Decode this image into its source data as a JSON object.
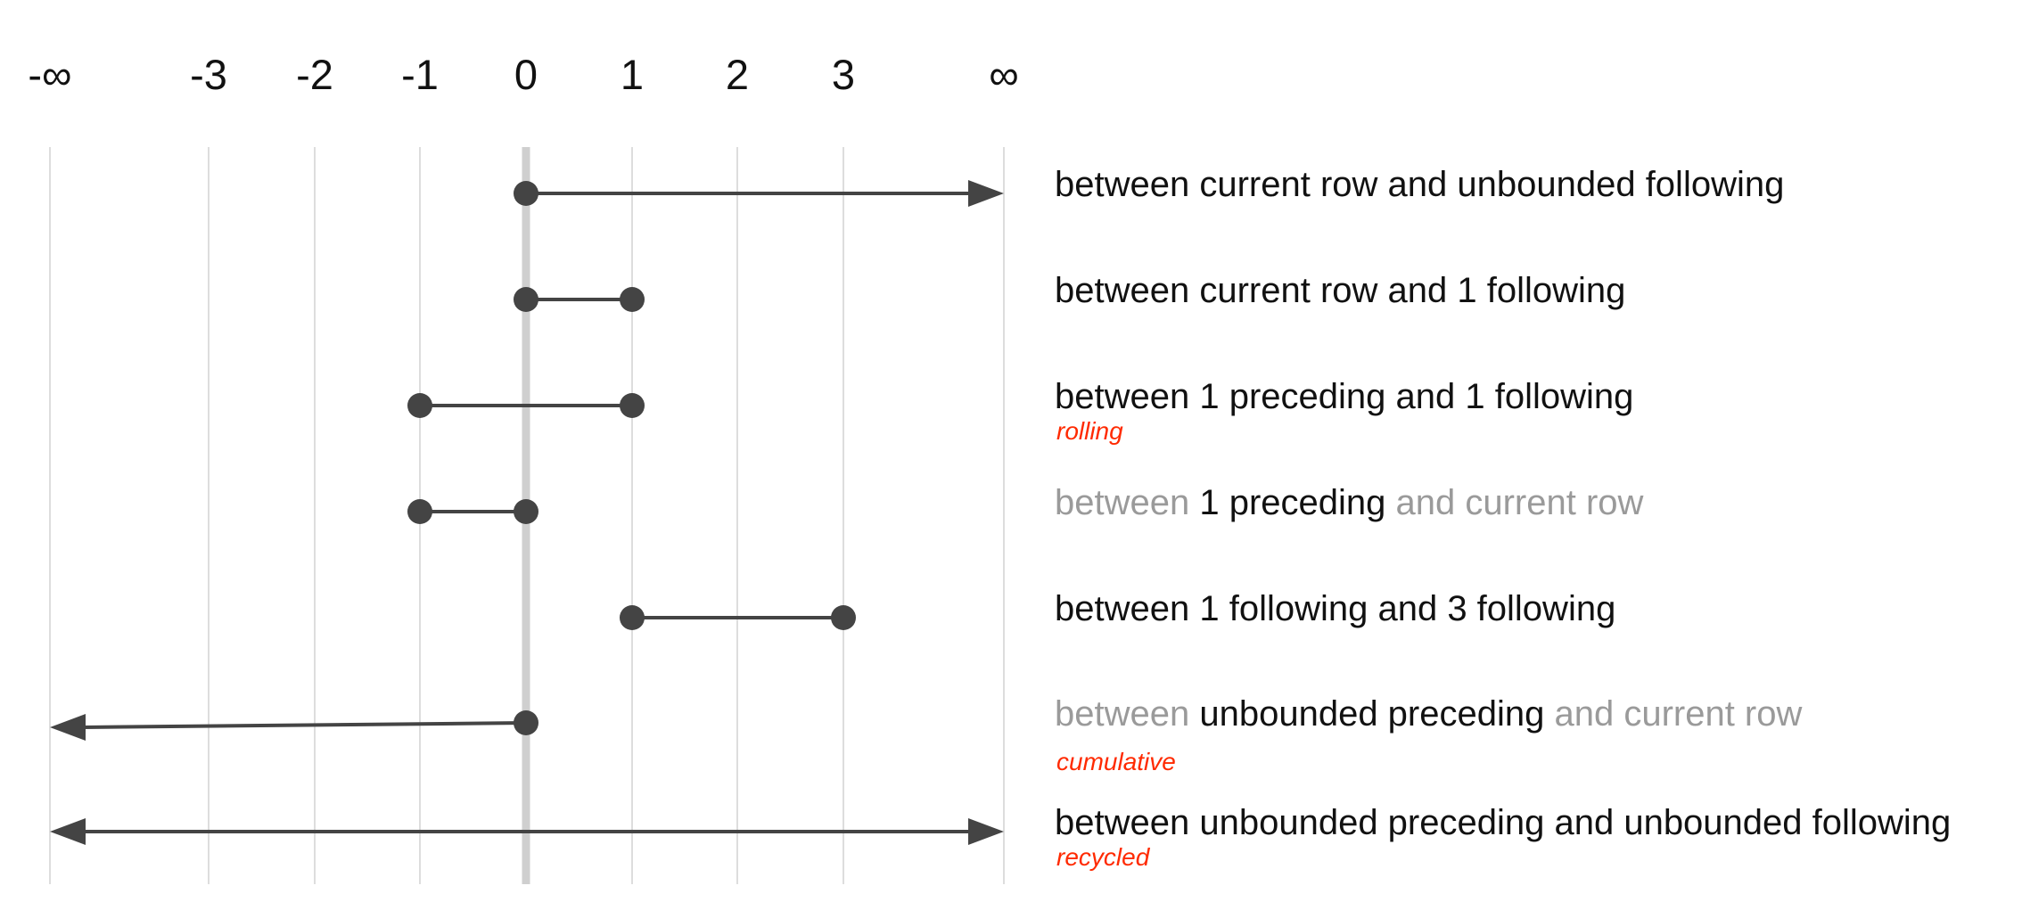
{
  "axis": {
    "ticks": [
      {
        "value": "-inf",
        "label": "-∞"
      },
      {
        "value": -3,
        "label": "-3"
      },
      {
        "value": -2,
        "label": "-2"
      },
      {
        "value": -1,
        "label": "-1"
      },
      {
        "value": 0,
        "label": "0"
      },
      {
        "value": 1,
        "label": "1"
      },
      {
        "value": 2,
        "label": "2"
      },
      {
        "value": 3,
        "label": "3"
      },
      {
        "value": "inf",
        "label": "∞"
      }
    ]
  },
  "colors": {
    "segment": "#444444",
    "gridline": "#dddddd",
    "current_row_line": "#cfcfcf",
    "dim_text": "#9a9a9a",
    "note": "#ff2a00"
  },
  "rows": [
    {
      "from": 0,
      "to": "inf",
      "parts": [
        {
          "text": "between current row and unbounded following",
          "dim": false
        }
      ],
      "note": ""
    },
    {
      "from": 0,
      "to": 1,
      "parts": [
        {
          "text": "between current row and 1 following",
          "dim": false
        }
      ],
      "note": ""
    },
    {
      "from": -1,
      "to": 1,
      "parts": [
        {
          "text": "between 1 preceding and 1 following",
          "dim": false
        }
      ],
      "note": "rolling"
    },
    {
      "from": -1,
      "to": 0,
      "parts": [
        {
          "text": "between ",
          "dim": true
        },
        {
          "text": "1 preceding",
          "dim": false
        },
        {
          "text": " and current row",
          "dim": true
        }
      ],
      "note": ""
    },
    {
      "from": 1,
      "to": 3,
      "parts": [
        {
          "text": "between 1 following and 3 following",
          "dim": false
        }
      ],
      "note": ""
    },
    {
      "from": "-inf",
      "to": 0,
      "parts": [
        {
          "text": "between ",
          "dim": true
        },
        {
          "text": "unbounded preceding",
          "dim": false
        },
        {
          "text": " and current row",
          "dim": true
        }
      ],
      "note": "cumulative"
    },
    {
      "from": "-inf",
      "to": "inf",
      "parts": [
        {
          "text": "between unbounded preceding and unbounded following",
          "dim": false
        }
      ],
      "note": "recycled"
    }
  ]
}
